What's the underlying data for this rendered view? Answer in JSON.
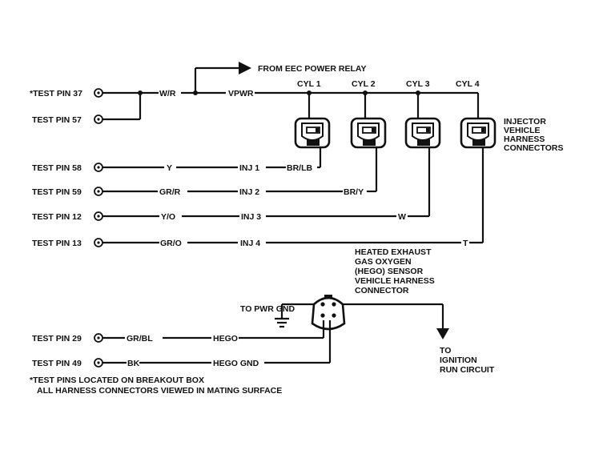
{
  "test_pins": {
    "p37": "*TEST PIN 37",
    "p57": "TEST PIN 57",
    "p58": "TEST PIN 58",
    "p59": "TEST PIN 59",
    "p12": "TEST PIN 12",
    "p13": "TEST PIN 13",
    "p29": "TEST PIN 29",
    "p49": "TEST PIN 49"
  },
  "wires": {
    "wr": "W/R",
    "vpwr": "VPWR",
    "y": "Y",
    "inj1": "INJ 1",
    "brlb": "BR/LB",
    "grr": "GR/R",
    "inj2": "INJ 2",
    "bry": "BR/Y",
    "yo": "Y/O",
    "inj3": "INJ 3",
    "w": "W",
    "gro": "GR/O",
    "inj4": "INJ 4",
    "t": "T",
    "grbl": "GR/BL",
    "hego": "HEGO",
    "bk": "BK",
    "hegognd": "HEGO GND"
  },
  "cylinders": [
    "CYL 1",
    "CYL 2",
    "CYL 3",
    "CYL 4"
  ],
  "labels": {
    "from_eec": "FROM EEC POWER RELAY",
    "injector_connectors": [
      "INJECTOR",
      "VEHICLE",
      "HARNESS",
      "CONNECTORS"
    ],
    "hego_connector": [
      "HEATED EXHAUST",
      "GAS OXYGEN",
      "(HEGO) SENSOR",
      "VEHICLE HARNESS",
      "CONNECTOR"
    ],
    "pwr_gnd": "TO PWR GND",
    "ignition": [
      "TO",
      "IGNITION",
      "RUN CIRCUIT"
    ]
  },
  "footnotes": [
    "*TEST PINS LOCATED ON BREAKOUT BOX",
    "ALL HARNESS CONNECTORS VIEWED IN MATING SURFACE"
  ]
}
